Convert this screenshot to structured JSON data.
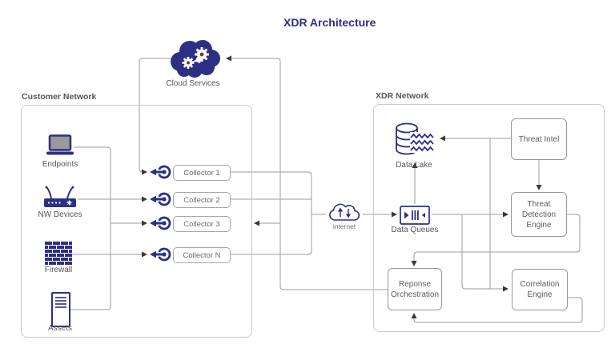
{
  "title": "XDR Architecture",
  "colors": {
    "navy": "#2d2f85",
    "line": "#9b9b9b",
    "arrow": "#3a3a3a",
    "border": "#a8a8a8",
    "groupborder": "#c9c9c9",
    "labeltext": "#565656",
    "gear": "#6b4423",
    "screen": "#9a9a9a"
  },
  "groups": {
    "customer": {
      "label": "Customer Network"
    },
    "xdr": {
      "label": "XDR Network"
    }
  },
  "devices": {
    "endpoints": {
      "label": "Endpoints"
    },
    "nw_devices": {
      "label": "NW Devices"
    },
    "firewall": {
      "label": "Firewall"
    },
    "assets": {
      "label": "Assets"
    }
  },
  "collectors": [
    {
      "label": "Collector 1"
    },
    {
      "label": "Collector 2"
    },
    {
      "label": "Collector 3"
    },
    {
      "label": "Collector N"
    }
  ],
  "nodes": {
    "cloud_services": {
      "label": "Cloud Services"
    },
    "internet": {
      "label": "internet"
    },
    "data_lake": {
      "label": "Data Lake"
    },
    "data_queues": {
      "label": "Data Queues"
    }
  },
  "engines": {
    "threat_intel": {
      "label": "Threat Intel"
    },
    "threat_detection": {
      "label": "Threat Detection Engine"
    },
    "correlation": {
      "label": "Correlation Engine"
    },
    "response": {
      "label": "Reponse Orchestration"
    }
  }
}
